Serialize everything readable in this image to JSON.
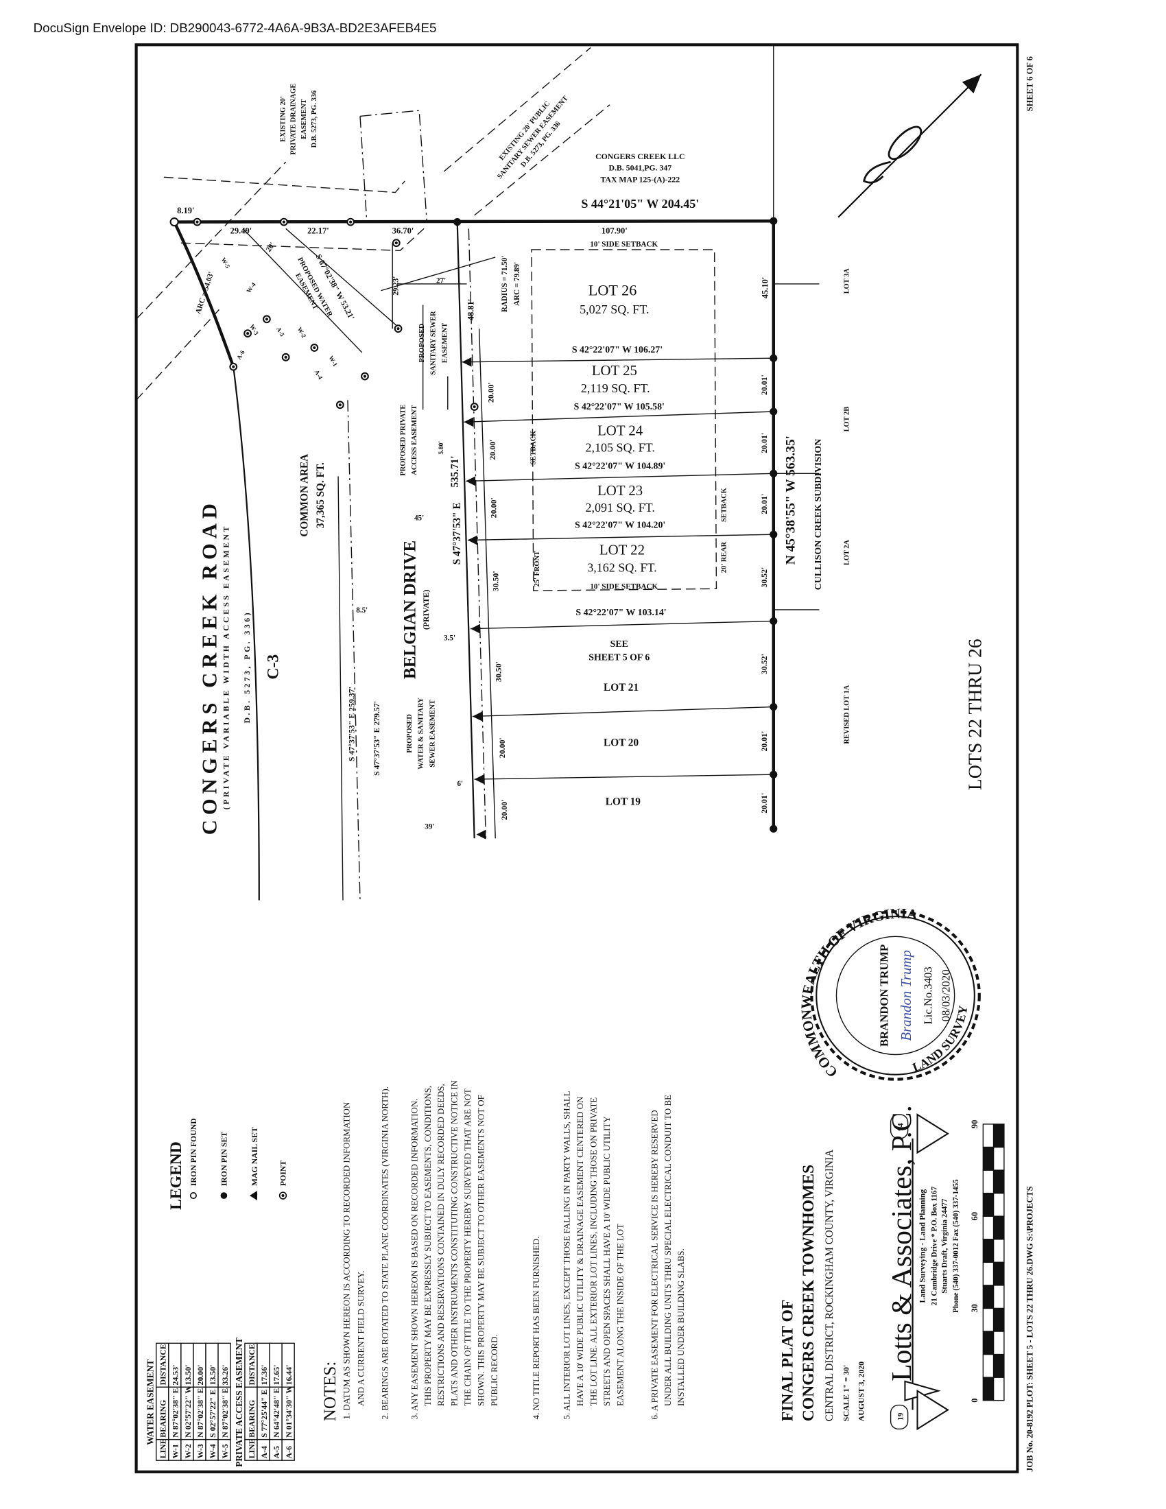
{
  "header": {
    "envelope_id": "DocuSign Envelope ID: DB290043-6772-4A6A-9B3A-BD2E3AFEB4E5"
  },
  "sheet": {
    "label": "SHEET 6 OF 6",
    "footer": "JOB No. 20-8192   PLOT: SHEET 5 - LOTS 22 THRU 26.DWG S:\\PROJECTS"
  },
  "road": {
    "name": "CONGERS CREEK ROAD",
    "sub1": "(PRIVATE VARIABLE WIDTH ACCESS EASEMENT",
    "sub2": "D.B. 5273, PG. 336)",
    "curve": "C-3"
  },
  "common_area": {
    "name": "COMMON AREA",
    "area": "37,365 SQ. FT."
  },
  "drive": {
    "name": "BELGIAN DRIVE",
    "sub": "(PRIVATE)",
    "bearing1": "S 47°37'53\" E 259.37'",
    "bearing2": "S 47°37'53\" E 279.57'",
    "front_bearing": "S 47°37'53\" E",
    "front_dist": "535.71'"
  },
  "easements": {
    "water_sanitary": [
      "PROPOSED",
      "WATER & SANITARY",
      "SEWER EASEMENT"
    ],
    "private_access": [
      "PROPOSED PRIVATE",
      "ACCESS EASEMENT"
    ],
    "sanitary_sewer": [
      "PROPOSED",
      "SANITARY SEWER",
      "EASEMENT"
    ],
    "drainage": [
      "EXISTING 20'",
      "PRIVATE DRAINAGE",
      "EASEMENT",
      "D.B. 5273, PG. 336"
    ],
    "public_sewer": [
      "EXISTING 20' PUBLIC",
      "SANITARY SEWER EASEMENT",
      "D.B. 5273, PG. 336"
    ],
    "water": [
      "PROPOSED WATER",
      "EASEMENT"
    ],
    "water_bearing": "S 87°02'38\" W  53.21'"
  },
  "dims": {
    "d8_5": "8.5'",
    "d3_5": "3.5'",
    "d6": "6'",
    "d39": "39'",
    "d45": "45'",
    "d5_80": "5.80'",
    "d29_49": "29.49'",
    "d22_17": "22.17'",
    "d36_70": "36.70'",
    "d8_19": "8.19'",
    "d20": "20'",
    "d29_23": "29.23'",
    "d27": "27'",
    "d48_81": "48.81'",
    "radius": "RADIUS = 71.50'",
    "arc": "ARC = 79.89'",
    "arc_road": "ARC = 54.03'",
    "d107_90": "107.90'",
    "d45_10": "45.10'",
    "front": [
      "20.00'",
      "20.00'",
      "20.00'",
      "30.50'",
      "30.50'",
      "20.00'",
      "20.00'"
    ],
    "rear": [
      "20.01'",
      "20.01'",
      "20.01'",
      "30.52'",
      "30.52'",
      "20.01'",
      "20.01'"
    ]
  },
  "points": {
    "w1": "W-1",
    "w2": "W-2",
    "w3": "W-3",
    "w4": "W-4",
    "w5": "W-5",
    "a4": "A-4",
    "a5": "A-5",
    "a6": "A-6"
  },
  "adjoiner_top": {
    "name": "CONGERS CREEK LLC",
    "db": "D.B. 5041,PG. 347",
    "tax": "TAX MAP 125-(A)-222",
    "bearing": "S 44°21'05\" W  204.45'"
  },
  "adjoiner_right": {
    "name": "CULLISON CREEK SUBDIVISION",
    "bearing": "N 45°38'55\" W  563.35'",
    "lots": [
      "LOT 3A",
      "LOT 2B",
      "LOT 2A",
      "REVISED LOT 1A"
    ]
  },
  "setbacks": {
    "side_top": "10' SIDE SETBACK",
    "side_bottom": "10' SIDE SETBACK",
    "front1": "SETBACK",
    "front2": "25' FRONT",
    "rear1": "SETBACK",
    "rear2": "20' REAR"
  },
  "lots": [
    {
      "name": "LOT 26",
      "area": "5,027 SQ. FT.",
      "bearing": "S 42°22'07\" W  106.27'"
    },
    {
      "name": "LOT 25",
      "area": "2,119 SQ. FT.",
      "bearing": "S 42°22'07\" W  105.58'"
    },
    {
      "name": "LOT 24",
      "area": "2,105 SQ. FT.",
      "bearing": "S 42°22'07\" W  104.89'"
    },
    {
      "name": "LOT 23",
      "area": "2,091 SQ. FT.",
      "bearing": "S 42°22'07\" W  104.20'"
    },
    {
      "name": "LOT 22",
      "area": "3,162 SQ. FT.",
      "bearing": "S 42°22'07\" W  103.14'"
    },
    {
      "name": "LOT 21",
      "see1": "SEE",
      "see2": "SHEET 5 OF 6"
    },
    {
      "name": "LOT 20"
    },
    {
      "name": "LOT 19"
    }
  ],
  "sheet_title": "LOTS 22 THRU 26",
  "legend": {
    "title": "LEGEND",
    "items": [
      "IRON PIN FOUND",
      "IRON PIN SET",
      "MAG NAIL SET",
      "POINT"
    ]
  },
  "water_table": {
    "title": "WATER EASEMENT",
    "headers": [
      "LINE",
      "BEARING",
      "DISTANCE"
    ],
    "rows": [
      [
        "W-1",
        "N 87°02'38\" E",
        "24.53'"
      ],
      [
        "W-2",
        "N 02°57'22\" W",
        "13.50'"
      ],
      [
        "W-3",
        "N 87°02'38\" E",
        "20.00'"
      ],
      [
        "W-4",
        "S 02°57'22\" E",
        "13.50'"
      ],
      [
        "W-5",
        "N 87°02'38\" E",
        "33.26'"
      ]
    ]
  },
  "access_table": {
    "title": "PRIVATE ACCESS EASEMENT",
    "headers": [
      "LINE",
      "BEARING",
      "DISTANCE"
    ],
    "rows": [
      [
        "A-4",
        "S 77°25'44\" E",
        "17.36'"
      ],
      [
        "A-5",
        "N 64°42'48\" E",
        "17.65'"
      ],
      [
        "A-6",
        "N 01°34'30\" W",
        "16.44'"
      ]
    ]
  },
  "notes": {
    "title": "NOTES:",
    "items": [
      [
        "1. DATUM AS SHOWN HEREON IS ACCORDING TO RECORDED INFORMATION",
        "AND A CURRENT FIELD SURVEY."
      ],
      [
        "2. BEARINGS ARE ROTATED TO STATE PLANE COORDINATES (VIRGINIA NORTH)."
      ],
      [
        "3. ANY EASEMENT SHOWN HEREON IS BASED ON RECORDED INFORMATION.",
        "THIS PROPERTY MAY BE EXPRESSLY SUBJECT TO EASEMENTS, CONDITIONS,",
        "RESTRICTIONS AND RESERVATIONS CONTAINED IN DULY RECORDED DEEDS,",
        "PLATS AND OTHER INSTRUMENTS CONSTITUTING CONSTRUCTIVE NOTICE IN",
        "THE CHAIN OF TITLE TO THE PROPERTY HEREBY SURVEYED THAT ARE NOT",
        "SHOWN. THIS PROPERTY MAY BE SUBJECT TO OTHER EASEMENTS NOT OF",
        "PUBLIC RECORD."
      ],
      [
        "4. NO TITLE REPORT HAS BEEN FURNISHED."
      ],
      [
        "5. ALL INTERIOR LOT LINES, EXCEPT THOSE FALLING IN PARTY WALLS, SHALL",
        "HAVE A 10' WIDE PUBLIC UTILITY & DRAINAGE EASEMENT CENTERED ON",
        "THE LOT LINE. ALL EXTERIOR LOT LINES, INCLUDING THOSE ON PRIVATE",
        "STREETS AND OPEN SPACES SHALL HAVE A 10' WIDE PUBLIC UTILITY",
        "EASEMENT ALONG THE INSIDE OF THE LOT"
      ],
      [
        "6. A PRIVATE EASEMENT FOR ELECTRICAL SERVICE IS HEREBY RESERVED",
        "UNDER ALL BUILDING UNITS THRU SPECIAL ELECTRICAL CONDUIT TO BE",
        "INSTALLED UNDER BUILDING SLABS."
      ]
    ]
  },
  "title_block": {
    "line1": "FINAL PLAT OF",
    "line2": "CONGERS CREEK TOWNHOMES",
    "line3": "CENTRAL DISTRICT, ROCKINGHAM COUNTY, VIRGINIA",
    "scale": "SCALE 1\" = 30'",
    "date": "AUGUST 3, 2020"
  },
  "company": {
    "name": "Lotts & Associates, P.C.",
    "tagline": "Land Surveying - Land Planning",
    "address1": "21 Cambridge Drive * P.O. Box 1167",
    "address2": "Stuarts Draft, Virginia 24477",
    "phone": "Phone (540) 337-0012 Fax (540) 337-1455",
    "year_left": "19",
    "year_right": "94"
  },
  "scale_bar": {
    "labels": [
      "0",
      "30",
      "60",
      "90"
    ]
  },
  "seal": {
    "top": "COMMONWEALTH OF VIRGINIA",
    "bottom": "LAND SURVEYOR",
    "name": "BRANDON TRUMP",
    "signature": "Brandon Trump",
    "license": "Lic.No.3403",
    "date": "08/03/2020",
    "signature_color": "#3a4fa8"
  }
}
